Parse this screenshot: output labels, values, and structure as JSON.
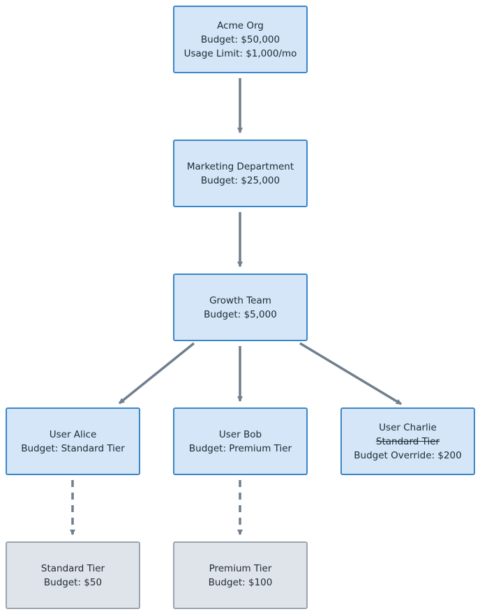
{
  "diagram": {
    "colors": {
      "node_fill": "#d4e6f7",
      "node_border": "#3b86c9",
      "tier_fill": "#dfe4ea",
      "tier_border": "#9aa4ae",
      "edge": "#6f7f8e"
    },
    "nodes": {
      "acme_org": {
        "title": "Acme Org",
        "budget": "Budget: $50,000",
        "usage_limit": "Usage Limit: $1,000/mo"
      },
      "marketing": {
        "title": "Marketing Department",
        "budget": "Budget: $25,000"
      },
      "growth_team": {
        "title": "Growth Team",
        "budget": "Budget: $5,000"
      },
      "user_alice": {
        "title": "User Alice",
        "budget": "Budget: Standard Tier"
      },
      "user_bob": {
        "title": "User Bob",
        "budget": "Budget: Premium Tier"
      },
      "user_charlie": {
        "title": "User Charlie",
        "struck_tier": "Standard Tier",
        "override": "Budget Override: $200"
      },
      "standard_tier": {
        "title": "Standard Tier",
        "budget": "Budget: $50"
      },
      "premium_tier": {
        "title": "Premium Tier",
        "budget": "Budget: $100"
      }
    },
    "edges": [
      {
        "from": "acme_org",
        "to": "marketing",
        "style": "solid"
      },
      {
        "from": "marketing",
        "to": "growth_team",
        "style": "solid"
      },
      {
        "from": "growth_team",
        "to": "user_alice",
        "style": "solid"
      },
      {
        "from": "growth_team",
        "to": "user_bob",
        "style": "solid"
      },
      {
        "from": "growth_team",
        "to": "user_charlie",
        "style": "solid"
      },
      {
        "from": "user_alice",
        "to": "standard_tier",
        "style": "dashed"
      },
      {
        "from": "user_bob",
        "to": "premium_tier",
        "style": "dashed"
      }
    ]
  }
}
